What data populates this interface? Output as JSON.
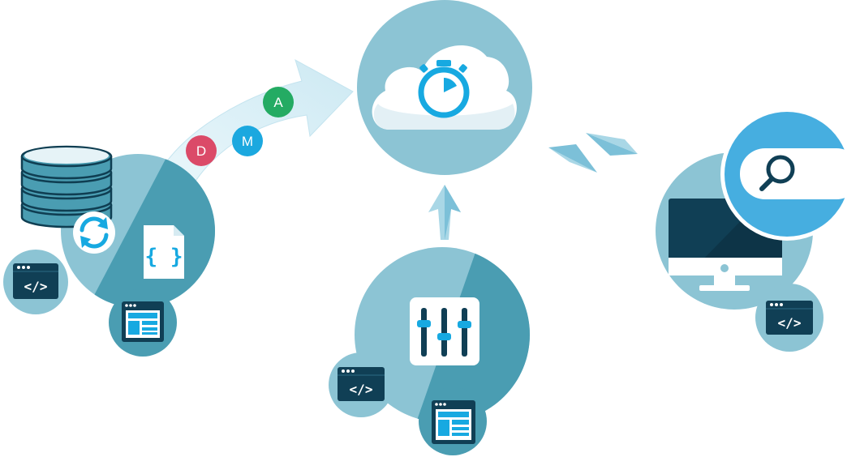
{
  "diagram": {
    "colors": {
      "circle_light": "#8cc4d4",
      "circle_dark": "#4a9db2",
      "navy": "#103f55",
      "accent_blue": "#17a9e1",
      "white": "#ffffff",
      "arrow_light": "#d9f0f8",
      "search_blue": "#46aee0"
    },
    "badges": [
      {
        "letter": "D",
        "color": "#db4a68"
      },
      {
        "letter": "M",
        "color": "#1ba8df"
      },
      {
        "letter": "A",
        "color": "#24ab63"
      }
    ],
    "code_symbol": "</>",
    "json_symbol": "{ }",
    "nodes": {
      "source": {
        "icons": [
          "database-icon",
          "sync-icon",
          "json-file-icon",
          "code-window-icon",
          "layout-window-icon"
        ]
      },
      "cloud": {
        "icons": [
          "cloud-icon",
          "stopwatch-icon"
        ]
      },
      "config": {
        "icons": [
          "sliders-icon",
          "code-window-icon",
          "layout-window-icon"
        ]
      },
      "monitor": {
        "icons": [
          "monitor-icon",
          "search-icon",
          "code-window-icon"
        ]
      }
    }
  }
}
